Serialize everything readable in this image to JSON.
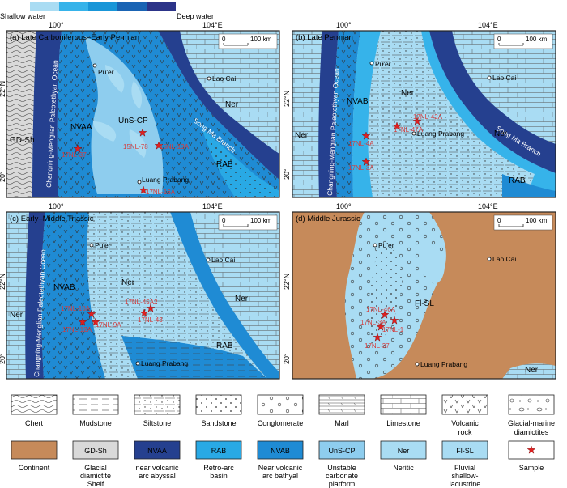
{
  "depth_scale": {
    "shallow_label": "Shallow water",
    "deep_label": "Deep water",
    "colors": [
      "#a9dcf3",
      "#36b3ea",
      "#1996d8",
      "#1a64b4",
      "#2c3489"
    ]
  },
  "colors": {
    "ner": "#a9dcf3",
    "rab": "#29a9e5",
    "nvab": "#1f8bd4",
    "unscp": "#8ecdee",
    "nvaa": "#25408f",
    "gdsh": "#d9d9d9",
    "continent": "#c68a5a",
    "flsl": "#a9dcf3",
    "ocean": "#25408f",
    "sample": "#e02020",
    "sample_label": "#d43c3c",
    "border": "#222222"
  },
  "panels": [
    {
      "id": "a",
      "title": "(a) Late Carboniferous–Early Permian",
      "lon_labels": [
        "100°",
        "104°E"
      ],
      "lat_labels": [
        "22°N",
        "20°"
      ],
      "scale": {
        "zero": "0",
        "value": "100 km"
      },
      "ocean_label": "Changning-Menglian Paleotethyan Ocean",
      "branch_label": "Song Ma Branch",
      "units": [
        "GD-Sh",
        "NVAA",
        "UnS-CP",
        "Ner",
        "RAB"
      ],
      "places": [
        "Pu'er",
        "Lao Cai",
        "Luang Prabang"
      ],
      "samples": [
        "17NL-37",
        "15NL-78",
        "15NL-13A",
        "17NL-16A"
      ]
    },
    {
      "id": "b",
      "title": "(b) Late Permian",
      "lon_labels": [
        "100°",
        "104°E"
      ],
      "lat_labels": [
        "22°N",
        "20°"
      ],
      "scale": {
        "zero": "0",
        "value": "100 km"
      },
      "ocean_label": "Changning-Menglian Paleotethyan Ocean",
      "branch_label": "Song Ma Branch",
      "units": [
        "NVAB",
        "Ner",
        "Ner",
        "Ner",
        "RAB"
      ],
      "places": [
        "Pu'er",
        "Lao Cai",
        "Luang Prabang"
      ],
      "samples": [
        "17NL-42A",
        "17NL-47A",
        "17NL-4A",
        "17NL-3A"
      ]
    },
    {
      "id": "c",
      "title": "(c) Early–Middle Triassic",
      "lon_labels": [
        "100°",
        "104°E"
      ],
      "lat_labels": [
        "22°N",
        "20°"
      ],
      "scale": {
        "zero": "0",
        "value": "100 km"
      },
      "ocean_label": "Changning-Menglian Paleotethyan Ocean",
      "units": [
        "NVAB",
        "Ner",
        "Ner",
        "Ner",
        "RAB"
      ],
      "places": [
        "Pu'er",
        "Lao Cai",
        "Luang Prabang"
      ],
      "samples": [
        "17NL-45A2",
        "17NL-43",
        "17NL-10A",
        "17NL-12A",
        "17NL-9A"
      ]
    },
    {
      "id": "d",
      "title": "(d) Middle Jurassic",
      "lon_labels": [
        "100°",
        "104°E"
      ],
      "lat_labels": [
        "22°N",
        "20°"
      ],
      "scale": {
        "zero": "0",
        "value": "100 km"
      },
      "units": [
        "Fl-SL",
        "Ner"
      ],
      "places": [
        "Pu'er",
        "Lao Cai",
        "Luang Prabang"
      ],
      "samples": [
        "17NL-46A",
        "17NL-3A",
        "17NL-1",
        "17NL-37"
      ]
    }
  ],
  "legend": {
    "rock_types": [
      {
        "key": "chert",
        "label": "Chert"
      },
      {
        "key": "mudstone",
        "label": "Mudstone"
      },
      {
        "key": "siltstone",
        "label": "Siltstone"
      },
      {
        "key": "sandstone",
        "label": "Sandstone"
      },
      {
        "key": "conglomerate",
        "label": "Conglomerate"
      },
      {
        "key": "marl",
        "label": "Marl"
      },
      {
        "key": "limestone",
        "label": "Limestone"
      },
      {
        "key": "volcanic",
        "label": "Volcanic",
        "label2": "rock"
      },
      {
        "key": "glacial",
        "label": "Glacial-marine",
        "label2": "diamictites"
      }
    ],
    "units": [
      {
        "key": "continent",
        "text": "",
        "label": "Continent",
        "label2": "",
        "label3": ""
      },
      {
        "key": "gdsh",
        "text": "GD-Sh",
        "label": "Glacial",
        "label2": "diamictite",
        "label3": "Shelf"
      },
      {
        "key": "nvaa",
        "text": "NVAA",
        "label": "near volcanic",
        "label2": "arc abyssal",
        "label3": ""
      },
      {
        "key": "rab",
        "text": "RAB",
        "label": "Retro-arc",
        "label2": "basin",
        "label3": ""
      },
      {
        "key": "nvab",
        "text": "NVAB",
        "label": "Near volcanic",
        "label2": "arc bathyal",
        "label3": ""
      },
      {
        "key": "unscp",
        "text": "UnS-CP",
        "label": "Unstable",
        "label2": "carbonate",
        "label3": "platform"
      },
      {
        "key": "ner",
        "text": "Ner",
        "label": "Neritic",
        "label2": "",
        "label3": ""
      },
      {
        "key": "flsl",
        "text": "Fl-SL",
        "label": "Fluvial",
        "label2": "shallow-",
        "label3": "lacustrine"
      },
      {
        "key": "sample",
        "text": "",
        "label": "Sample",
        "label2": "",
        "label3": ""
      }
    ]
  }
}
